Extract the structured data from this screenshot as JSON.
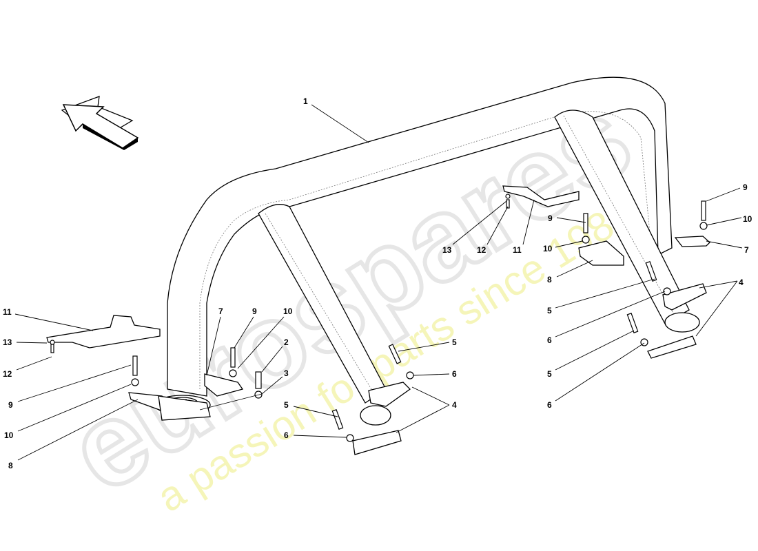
{
  "watermark": {
    "brand": "eurospares",
    "tagline": "a passion for parts since 1985",
    "tagline_color": "#f0f07a"
  },
  "direction_arrow": "arrow-up-left-icon",
  "callouts": [
    "1",
    "13",
    "12",
    "11",
    "9",
    "10",
    "8",
    "5",
    "6",
    "4",
    "5",
    "6",
    "9",
    "10",
    "7",
    "11",
    "13",
    "12",
    "9",
    "10",
    "8",
    "7",
    "9",
    "10",
    "2",
    "3",
    "5",
    "6",
    "4",
    "5",
    "6"
  ]
}
